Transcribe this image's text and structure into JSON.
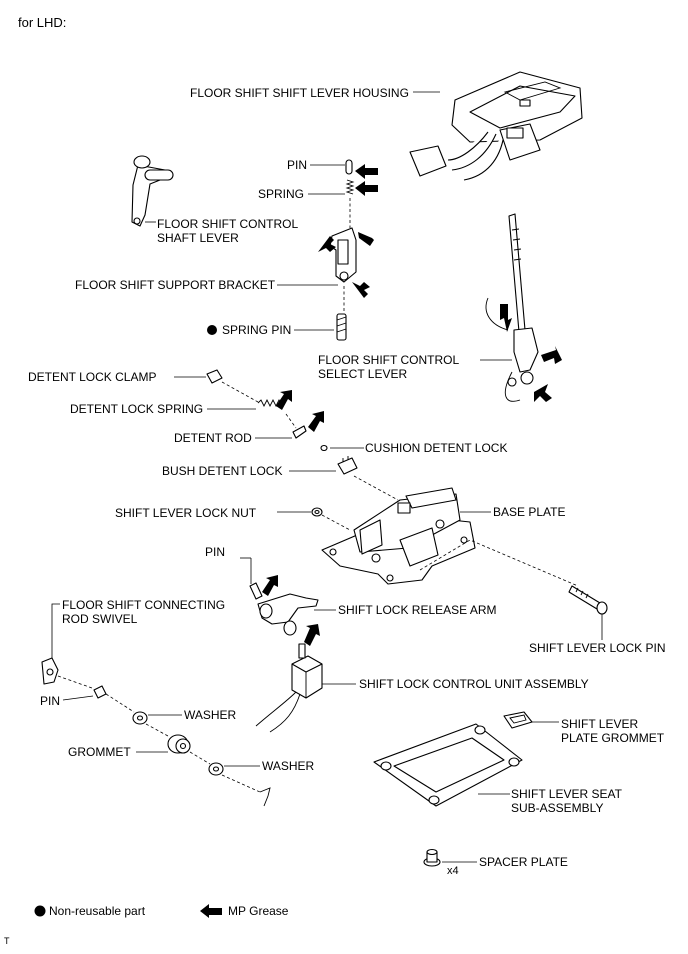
{
  "header": {
    "variant": "for LHD:"
  },
  "labels": {
    "housing": "FLOOR SHIFT SHIFT LEVER HOUSING",
    "pin_top": "PIN",
    "spring": "SPRING",
    "shaft_lever_1": "FLOOR SHIFT CONTROL",
    "shaft_lever_2": "SHAFT LEVER",
    "support_bracket": "FLOOR SHIFT SUPPORT BRACKET",
    "spring_pin": "SPRING PIN",
    "select_lever_1": "FLOOR SHIFT CONTROL",
    "select_lever_2": "SELECT LEVER",
    "detent_clamp": "DETENT LOCK CLAMP",
    "detent_spring": "DETENT LOCK SPRING",
    "detent_rod": "DETENT ROD",
    "cushion": "CUSHION DETENT LOCK",
    "bush": "BUSH DETENT LOCK",
    "lock_nut": "SHIFT LEVER LOCK NUT",
    "base_plate": "BASE PLATE",
    "pin_mid": "PIN",
    "release_arm": "SHIFT LOCK RELEASE ARM",
    "swivel_1": "FLOOR SHIFT CONNECTING",
    "swivel_2": "ROD SWIVEL",
    "lock_pin": "SHIFT LEVER LOCK PIN",
    "control_unit": "SHIFT LOCK CONTROL UNIT ASSEMBLY",
    "pin_low": "PIN",
    "washer_1": "WASHER",
    "plate_grommet_1": "SHIFT LEVER",
    "plate_grommet_2": "PLATE GROMMET",
    "grommet": "GROMMET",
    "washer_2": "WASHER",
    "seat_1": "SHIFT LEVER SEAT",
    "seat_2": "SUB-ASSEMBLY",
    "spacer_qty": "x4",
    "spacer": "SPACER PLATE"
  },
  "legend": {
    "non_reusable": "Non-reusable part",
    "grease": "MP Grease"
  },
  "footer": {
    "code": "T"
  }
}
